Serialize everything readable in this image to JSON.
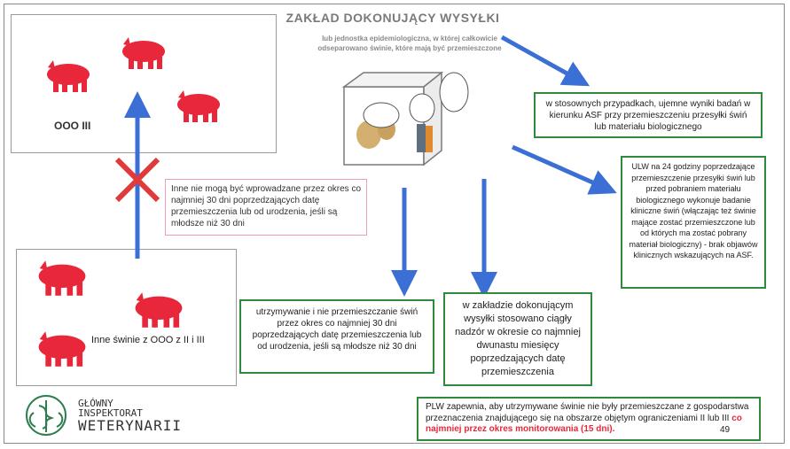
{
  "title": "ZAKŁAD DOKONUJĄCY WYSYŁKI",
  "subtitle": "lub jednostka epidemiologiczna, w której całkowicie odseparowano świnie, które mają być przemieszczone",
  "farm_top_label": "OOO III",
  "farm_bottom_label": "Inne świnie z OOO z II i III",
  "restriction_note": "Inne nie mogą być wprowadzane przez okres co najmniej 30 dni poprzedzających datę przemieszczenia lub od urodzenia, jeśli są młodsze niż 30 dni",
  "box_asf_results": "w stosownych przypadkach, ujemne wyniki badań w kierunku ASF przy przemieszczeniu przesyłki świń lub materiału biologicznego",
  "box_ulw_exam": "ULW na 24 godziny poprzedzające przemieszczenie przesyłki świń lub przed pobraniem materiału biologicznego wykonuje badanie kliniczne świń (włączając też świnie mające zostać przemieszczone lub od których ma zostać pobrany materiał biologiczny) - brak objawów klinicznych wskazujących na ASF.",
  "box_keeping": "utrzymywanie i nie przemieszczanie świń przez okres co najmniej 30 dni poprzedzających datę przemieszczenia lub od urodzenia, jeśli są młodsze niż 30 dni",
  "box_supervision": "w zakładzie dokonującym wysyłki stosowano ciągły nadzór w okresie co najmniej dwunastu miesięcy poprzedzających datę przemieszczenia",
  "box_plw_part1": "PLW zapewnia, aby utrzymywane świnie nie były przemieszczane z gospodarstwa przeznaczenia znajdującego się na obszarze objętym ograniczeniami II lub III",
  "box_plw_part2": "co najmniej przez okres monitorowania (15 dni).",
  "logo": {
    "line1": "GŁÓWNY",
    "line2": "INSPEKTORAT",
    "line3": "WETERYNARII"
  },
  "page_number": "49",
  "colors": {
    "pig": "#e8283a",
    "arrow": "#3c6fd6",
    "box_border": "#2e8b3e",
    "cross": "#e03a3a",
    "pink_border": "#f0a0b0",
    "title_text": "#7a7a7a",
    "plw_red": "#e8283a"
  }
}
